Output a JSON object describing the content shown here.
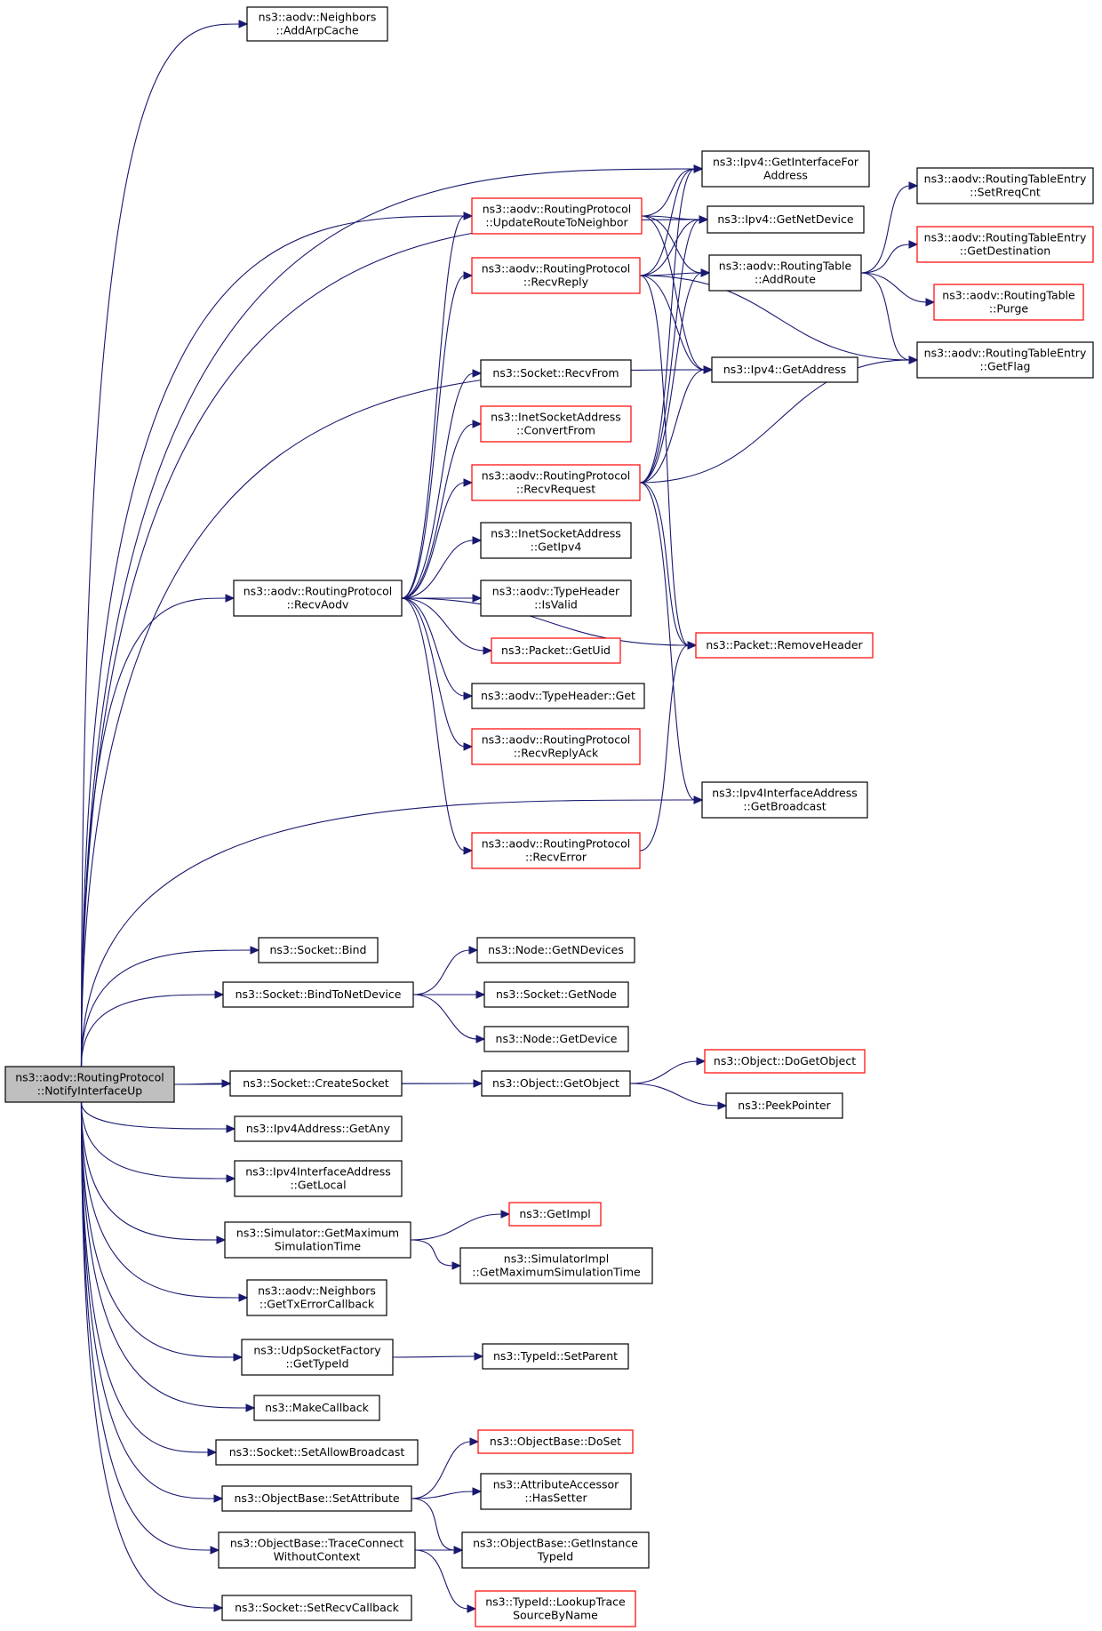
{
  "colors": {
    "edge": "#191970",
    "node_border_complete": "#000000",
    "node_border_incomplete": "#ff0000",
    "root_fill": "#bfbfbf",
    "node_fill": "#ffffff"
  },
  "nodes": [
    {
      "id": "root",
      "lines": [
        "ns3::aodv::RoutingProtocol",
        "::NotifyInterfaceUp"
      ],
      "style": "root"
    },
    {
      "id": "addarp",
      "lines": [
        "ns3::aodv::Neighbors",
        "::AddArpCache"
      ],
      "style": "normal"
    },
    {
      "id": "getifaddr",
      "lines": [
        "ns3::Ipv4::GetInterfaceFor",
        "Address"
      ],
      "style": "normal"
    },
    {
      "id": "getnetdev",
      "lines": [
        "ns3::Ipv4::GetNetDevice"
      ],
      "style": "normal"
    },
    {
      "id": "updroute",
      "lines": [
        "ns3::aodv::RoutingProtocol",
        "::UpdateRouteToNeighbor"
      ],
      "style": "red"
    },
    {
      "id": "recvreply",
      "lines": [
        "ns3::aodv::RoutingProtocol",
        "::RecvReply"
      ],
      "style": "red"
    },
    {
      "id": "addroute",
      "lines": [
        "ns3::aodv::RoutingTable",
        "::AddRoute"
      ],
      "style": "normal"
    },
    {
      "id": "setrreq",
      "lines": [
        "ns3::aodv::RoutingTableEntry",
        "::SetRreqCnt"
      ],
      "style": "normal"
    },
    {
      "id": "getdest",
      "lines": [
        "ns3::aodv::RoutingTableEntry",
        "::GetDestination"
      ],
      "style": "red"
    },
    {
      "id": "purge",
      "lines": [
        "ns3::aodv::RoutingTable",
        "::Purge"
      ],
      "style": "red"
    },
    {
      "id": "getflag",
      "lines": [
        "ns3::aodv::RoutingTableEntry",
        "::GetFlag"
      ],
      "style": "normal"
    },
    {
      "id": "getaddress",
      "lines": [
        "ns3::Ipv4::GetAddress"
      ],
      "style": "normal"
    },
    {
      "id": "recvfrom",
      "lines": [
        "ns3::Socket::RecvFrom"
      ],
      "style": "normal"
    },
    {
      "id": "convfrom",
      "lines": [
        "ns3::InetSocketAddress",
        "::ConvertFrom"
      ],
      "style": "red"
    },
    {
      "id": "recvreq",
      "lines": [
        "ns3::aodv::RoutingProtocol",
        "::RecvRequest"
      ],
      "style": "red"
    },
    {
      "id": "getipv4",
      "lines": [
        "ns3::InetSocketAddress",
        "::GetIpv4"
      ],
      "style": "normal"
    },
    {
      "id": "recvaodv",
      "lines": [
        "ns3::aodv::RoutingProtocol",
        "::RecvAodv"
      ],
      "style": "normal"
    },
    {
      "id": "isvalid",
      "lines": [
        "ns3::aodv::TypeHeader",
        "::IsValid"
      ],
      "style": "normal"
    },
    {
      "id": "getuid",
      "lines": [
        "ns3::Packet::GetUid"
      ],
      "style": "red"
    },
    {
      "id": "removehdr",
      "lines": [
        "ns3::Packet::RemoveHeader"
      ],
      "style": "red"
    },
    {
      "id": "thget",
      "lines": [
        "ns3::aodv::TypeHeader::Get"
      ],
      "style": "normal"
    },
    {
      "id": "recvack",
      "lines": [
        "ns3::aodv::RoutingProtocol",
        "::RecvReplyAck"
      ],
      "style": "red"
    },
    {
      "id": "getbcast",
      "lines": [
        "ns3::Ipv4InterfaceAddress",
        "::GetBroadcast"
      ],
      "style": "normal"
    },
    {
      "id": "recverr",
      "lines": [
        "ns3::aodv::RoutingProtocol",
        "::RecvError"
      ],
      "style": "red"
    },
    {
      "id": "bind",
      "lines": [
        "ns3::Socket::Bind"
      ],
      "style": "normal"
    },
    {
      "id": "bindnd",
      "lines": [
        "ns3::Socket::BindToNetDevice"
      ],
      "style": "normal"
    },
    {
      "id": "getndev",
      "lines": [
        "ns3::Node::GetNDevices"
      ],
      "style": "normal"
    },
    {
      "id": "getnode",
      "lines": [
        "ns3::Socket::GetNode"
      ],
      "style": "normal"
    },
    {
      "id": "getdevice",
      "lines": [
        "ns3::Node::GetDevice"
      ],
      "style": "normal"
    },
    {
      "id": "doget",
      "lines": [
        "ns3::Object::DoGetObject"
      ],
      "style": "red"
    },
    {
      "id": "createsock",
      "lines": [
        "ns3::Socket::CreateSocket"
      ],
      "style": "normal"
    },
    {
      "id": "getobject",
      "lines": [
        "ns3::Object::GetObject"
      ],
      "style": "normal"
    },
    {
      "id": "peek",
      "lines": [
        "ns3::PeekPointer"
      ],
      "style": "normal"
    },
    {
      "id": "getany",
      "lines": [
        "ns3::Ipv4Address::GetAny"
      ],
      "style": "normal"
    },
    {
      "id": "getlocal",
      "lines": [
        "ns3::Ipv4InterfaceAddress",
        "::GetLocal"
      ],
      "style": "normal"
    },
    {
      "id": "getimpl",
      "lines": [
        "ns3::GetImpl"
      ],
      "style": "red"
    },
    {
      "id": "simmax",
      "lines": [
        "ns3::Simulator::GetMaximum",
        "SimulationTime"
      ],
      "style": "normal"
    },
    {
      "id": "implmax",
      "lines": [
        "ns3::SimulatorImpl",
        "::GetMaximumSimulationTime"
      ],
      "style": "normal"
    },
    {
      "id": "txerr",
      "lines": [
        "ns3::aodv::Neighbors",
        "::GetTxErrorCallback"
      ],
      "style": "normal"
    },
    {
      "id": "udptype",
      "lines": [
        "ns3::UdpSocketFactory",
        "::GetTypeId"
      ],
      "style": "normal"
    },
    {
      "id": "setparent",
      "lines": [
        "ns3::TypeId::SetParent"
      ],
      "style": "normal"
    },
    {
      "id": "makecb",
      "lines": [
        "ns3::MakeCallback"
      ],
      "style": "normal"
    },
    {
      "id": "doset",
      "lines": [
        "ns3::ObjectBase::DoSet"
      ],
      "style": "red"
    },
    {
      "id": "setbcast",
      "lines": [
        "ns3::Socket::SetAllowBroadcast"
      ],
      "style": "normal"
    },
    {
      "id": "hassetter",
      "lines": [
        "ns3::AttributeAccessor",
        "::HasSetter"
      ],
      "style": "normal"
    },
    {
      "id": "setattr",
      "lines": [
        "ns3::ObjectBase::SetAttribute"
      ],
      "style": "normal"
    },
    {
      "id": "getinsttid",
      "lines": [
        "ns3::ObjectBase::GetInstance",
        "TypeId"
      ],
      "style": "normal"
    },
    {
      "id": "traceconn",
      "lines": [
        "ns3::ObjectBase::TraceConnect",
        "WithoutContext"
      ],
      "style": "normal"
    },
    {
      "id": "lookup",
      "lines": [
        "ns3::TypeId::LookupTrace",
        "SourceByName"
      ],
      "style": "red"
    },
    {
      "id": "setrecvcb",
      "lines": [
        "ns3::Socket::SetRecvCallback"
      ],
      "style": "normal"
    }
  ],
  "edges": [
    [
      "root",
      "addarp"
    ],
    [
      "root",
      "getifaddr"
    ],
    [
      "root",
      "getnetdev"
    ],
    [
      "root",
      "updroute"
    ],
    [
      "root",
      "getaddress"
    ],
    [
      "root",
      "recvaodv"
    ],
    [
      "root",
      "getbcast"
    ],
    [
      "root",
      "bind"
    ],
    [
      "root",
      "bindnd"
    ],
    [
      "root",
      "getobject"
    ],
    [
      "root",
      "createsock"
    ],
    [
      "root",
      "getany"
    ],
    [
      "root",
      "getlocal"
    ],
    [
      "root",
      "simmax"
    ],
    [
      "root",
      "txerr"
    ],
    [
      "root",
      "udptype"
    ],
    [
      "root",
      "makecb"
    ],
    [
      "root",
      "setbcast"
    ],
    [
      "root",
      "setattr"
    ],
    [
      "root",
      "traceconn"
    ],
    [
      "root",
      "setrecvcb"
    ],
    [
      "recvaodv",
      "updroute"
    ],
    [
      "recvaodv",
      "recvreply"
    ],
    [
      "recvaodv",
      "recvfrom"
    ],
    [
      "recvaodv",
      "convfrom"
    ],
    [
      "recvaodv",
      "recvreq"
    ],
    [
      "recvaodv",
      "getipv4"
    ],
    [
      "recvaodv",
      "isvalid"
    ],
    [
      "recvaodv",
      "getuid"
    ],
    [
      "recvaodv",
      "thget"
    ],
    [
      "recvaodv",
      "recvack"
    ],
    [
      "recvaodv",
      "removehdr"
    ],
    [
      "recvaodv",
      "recverr"
    ],
    [
      "updroute",
      "getifaddr"
    ],
    [
      "updroute",
      "getnetdev"
    ],
    [
      "updroute",
      "addroute"
    ],
    [
      "updroute",
      "getaddress"
    ],
    [
      "recvreply",
      "getifaddr"
    ],
    [
      "recvreply",
      "getnetdev"
    ],
    [
      "recvreply",
      "addroute"
    ],
    [
      "recvreply",
      "getflag"
    ],
    [
      "recvreply",
      "getaddress"
    ],
    [
      "recvreply",
      "removehdr"
    ],
    [
      "recvreq",
      "getifaddr"
    ],
    [
      "recvreq",
      "getnetdev"
    ],
    [
      "recvreq",
      "addroute"
    ],
    [
      "recvreq",
      "getaddress"
    ],
    [
      "recvreq",
      "getflag"
    ],
    [
      "recvreq",
      "removehdr"
    ],
    [
      "recvreq",
      "getbcast"
    ],
    [
      "recverr",
      "removehdr"
    ],
    [
      "addroute",
      "setrreq"
    ],
    [
      "addroute",
      "getdest"
    ],
    [
      "addroute",
      "purge"
    ],
    [
      "addroute",
      "getflag"
    ],
    [
      "bindnd",
      "getndev"
    ],
    [
      "bindnd",
      "getnode"
    ],
    [
      "bindnd",
      "getdevice"
    ],
    [
      "createsock",
      "getobject"
    ],
    [
      "getobject",
      "doget"
    ],
    [
      "getobject",
      "peek"
    ],
    [
      "simmax",
      "getimpl"
    ],
    [
      "simmax",
      "implmax"
    ],
    [
      "udptype",
      "setparent"
    ],
    [
      "setattr",
      "doset"
    ],
    [
      "setattr",
      "hassetter"
    ],
    [
      "setattr",
      "getinsttid"
    ],
    [
      "traceconn",
      "getinsttid"
    ],
    [
      "traceconn",
      "lookup"
    ]
  ]
}
